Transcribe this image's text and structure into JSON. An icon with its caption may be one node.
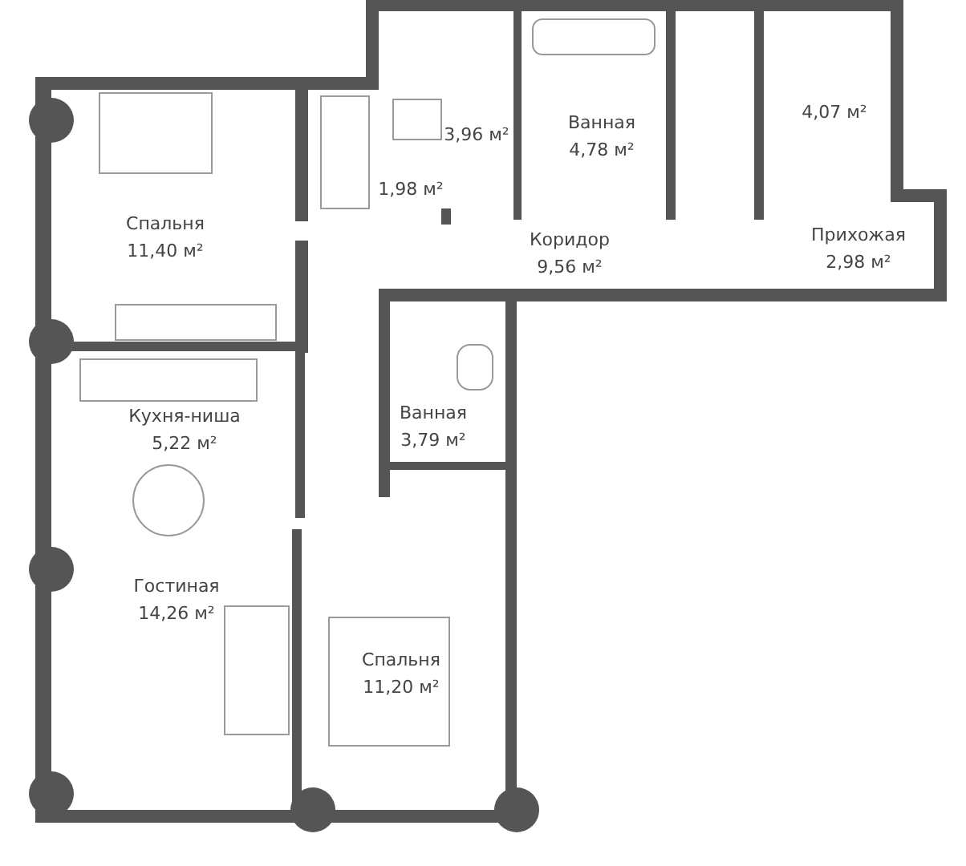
{
  "diagram": {
    "nodes": [
      {
        "text": [
          "Спальня",
          "11,40 м²"
        ]
      },
      {
        "text": [
          "1,98 м²"
        ]
      },
      {
        "text": [
          "3,96 м²"
        ]
      },
      {
        "text": [
          "Ванная",
          "4,78 м²"
        ]
      },
      {
        "text": [
          "4,07 м²"
        ]
      },
      {
        "text": [
          "Коридор",
          "9,56 м²"
        ]
      },
      {
        "text": [
          "Прихожая",
          "2,98 м²"
        ]
      },
      {
        "text": [
          "Кухня-ниша",
          "5,22 м²"
        ]
      },
      {
        "text": [
          "Ванная",
          "3,79 м²"
        ]
      },
      {
        "text": [
          "Гостиная",
          "14,26 м²"
        ]
      },
      {
        "text": [
          "Спальня",
          "11,20 м²"
        ]
      }
    ]
  }
}
